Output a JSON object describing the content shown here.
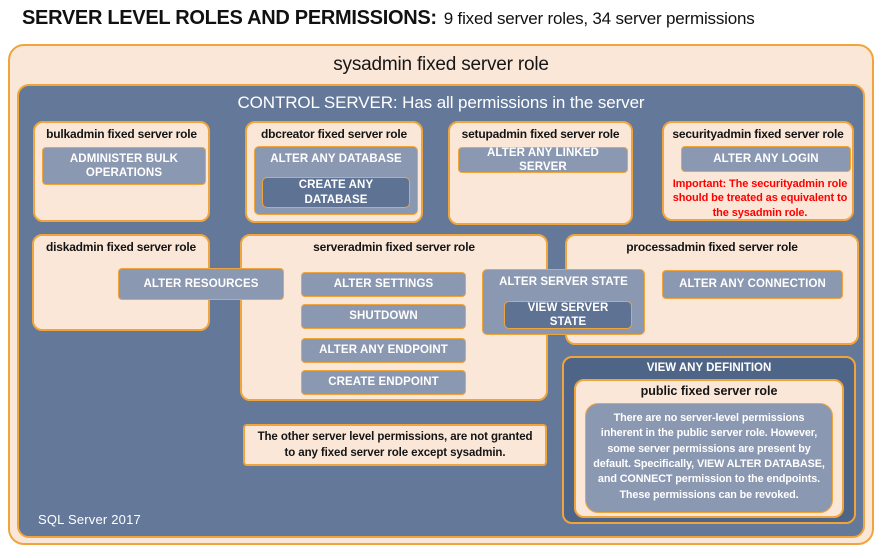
{
  "header": {
    "title": "SERVER LEVEL ROLES AND PERMISSIONS:",
    "subtitle": "9 fixed server roles, 34 server permissions"
  },
  "sysadmin": {
    "title": "sysadmin fixed server role"
  },
  "control": {
    "title": "CONTROL SERVER: Has all permissions in the server",
    "footer": "SQL Server 2017"
  },
  "roles": {
    "bulkadmin": {
      "title": "bulkadmin fixed server role",
      "administer_bulk_operations": "ADMINISTER BULK OPERATIONS"
    },
    "dbcreator": {
      "title": "dbcreator fixed server role",
      "alter_any_database": "ALTER ANY DATABASE",
      "create_any_database": "CREATE ANY DATABASE"
    },
    "setupadmin": {
      "title": "setupadmin fixed server role",
      "alter_any_linked_server": "ALTER ANY LINKED SERVER"
    },
    "securityadmin": {
      "title": "securityadmin fixed server role",
      "alter_any_login": "ALTER ANY LOGIN",
      "warning": "Important: The securityadmin role should be treated as equivalent to the sysadmin role."
    },
    "diskadmin": {
      "title": "diskadmin fixed server role",
      "alter_resources": "ALTER RESOURCES"
    },
    "serveradmin": {
      "title": "serveradmin fixed server role",
      "alter_settings": "ALTER SETTINGS",
      "shutdown": "SHUTDOWN",
      "alter_any_endpoint": "ALTER ANY ENDPOINT",
      "create_endpoint": "CREATE ENDPOINT",
      "alter_server_state": "ALTER SERVER STATE",
      "view_server_state": "VIEW SERVER STATE"
    },
    "processadmin": {
      "title": "processadmin fixed server role",
      "alter_any_connection": "ALTER ANY CONNECTION"
    },
    "public": {
      "banner": "VIEW ANY DEFINITION",
      "title": "public fixed server role",
      "body": "There are no server-level permissions inherent in the public server role. However, some server permissions are present by default. Specifically, VIEW ALTER DATABASE, and CONNECT permission to the endpoints. These permissions can be revoked."
    }
  },
  "note": "The other server level permissions, are not granted to any fixed server role except sysadmin.",
  "colors": {
    "gold_border": "#F0A53C",
    "peach_fill": "#FBE7D8",
    "control_blue": "#64789A",
    "slate_fill": "#8B98B2",
    "dark_slate_fill": "#5E7294",
    "definition_band_fill": "#4F6587",
    "warning_red": "#FF0000"
  }
}
